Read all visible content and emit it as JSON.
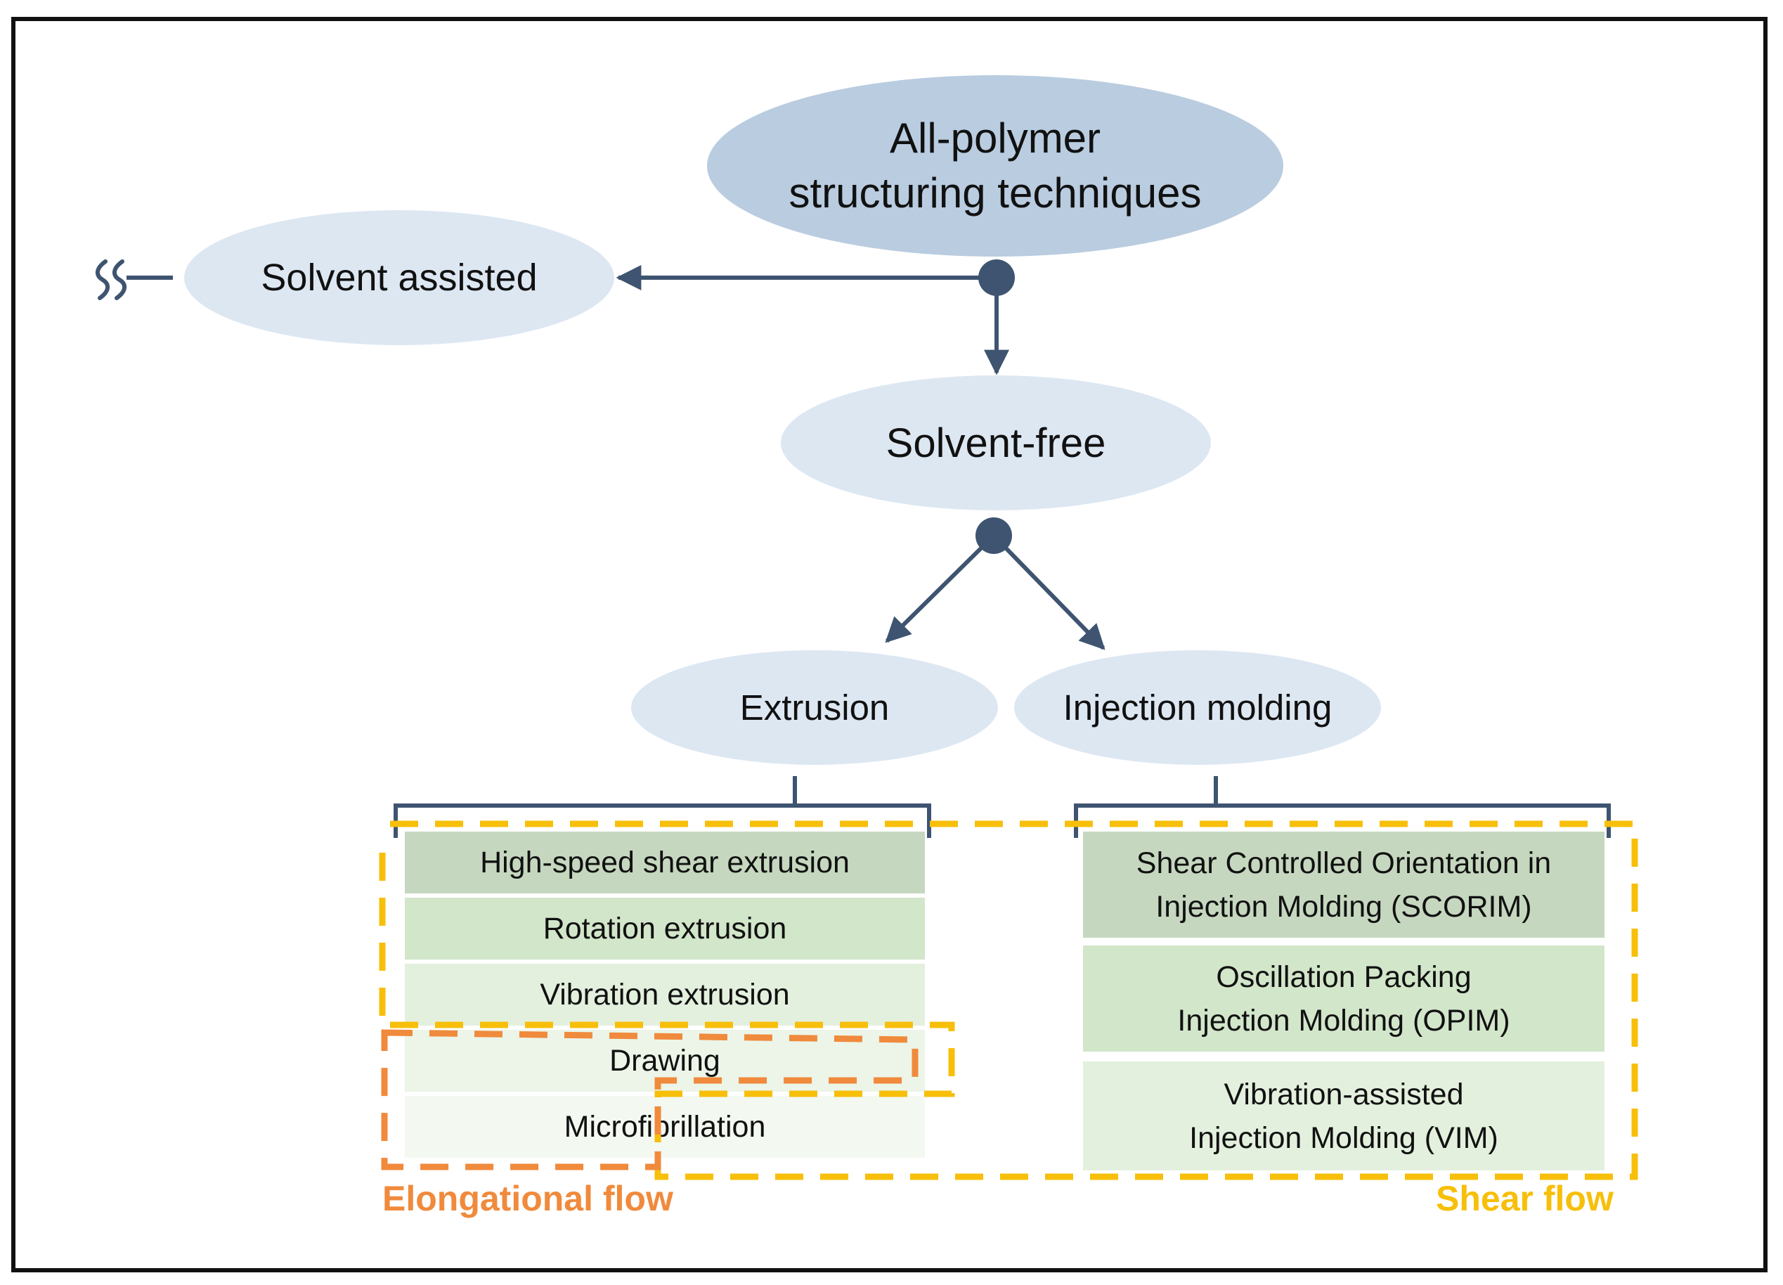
{
  "colors": {
    "root_fill": "#b9cce0",
    "node_fill": "#dde7f2",
    "connector": "#3e5470",
    "elongational_flow": "#f08a3c",
    "shear_flow": "#f7bf0a",
    "frame": "#111111"
  },
  "nodes": {
    "root": "All-polymer\nstructuring techniques",
    "solvent_assisted": "Solvent assisted",
    "solvent_free": "Solvent-free",
    "extrusion": "Extrusion",
    "injection_molding": "Injection molding"
  },
  "extrusion_techniques": [
    {
      "label": "High-speed shear extrusion",
      "color": "#c6d7bf"
    },
    {
      "label": "Rotation extrusion",
      "color": "#d2e6ca"
    },
    {
      "label": "Vibration extrusion",
      "color": "#e4f0de"
    },
    {
      "label": "Drawing",
      "color": "#ecf5e8"
    },
    {
      "label": "Microfibrillation",
      "color": "#f3f8f1"
    }
  ],
  "injection_techniques": [
    {
      "label": "Shear Controlled Orientation in\nInjection Molding (SCORIM)",
      "color": "#c6d7bf"
    },
    {
      "label": "Oscillation Packing\nInjection Molding (OPIM)",
      "color": "#d2e6ca"
    },
    {
      "label": "Vibration-assisted\nInjection Molding (VIM)",
      "color": "#e4f0de"
    }
  ],
  "flow_labels": {
    "elongational": "Elongational flow",
    "shear": "Shear flow"
  },
  "icons": {
    "continuation": "wavy-break-icon"
  }
}
